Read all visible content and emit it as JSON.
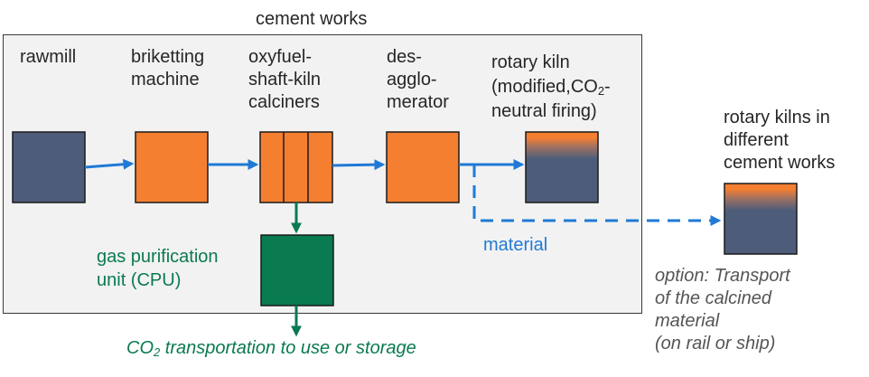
{
  "container": {
    "title": "cement works"
  },
  "stages": [
    {
      "id": "rawmill",
      "lines": [
        "rawmill"
      ]
    },
    {
      "id": "briketting",
      "lines": [
        "briketting",
        "machine"
      ]
    },
    {
      "id": "calciners",
      "lines": [
        "oxyfuel-",
        "shaft-kiln",
        "calciners"
      ]
    },
    {
      "id": "desagglomerator",
      "lines": [
        "des-",
        "agglo-",
        "merator"
      ]
    },
    {
      "id": "rotary-kiln",
      "line1": "rotary kiln",
      "line2_pre": "(modified,CO",
      "line2_sub": "2",
      "line2_post": "-",
      "line3": "neutral firing)"
    }
  ],
  "remote_kilns": {
    "lines": [
      "rotary kilns in",
      "different",
      "cement works"
    ]
  },
  "cpu": {
    "lines": [
      "gas purification",
      "unit (CPU)"
    ]
  },
  "material_label": "material",
  "co2_output": {
    "pre": "CO",
    "sub": "2",
    "post": " transportation to use or storage"
  },
  "option_note": {
    "lines": [
      "option: Transport",
      "of the calcined",
      "material",
      "(on rail or ship)"
    ]
  },
  "colors": {
    "raw_box": "#4d5d79",
    "process_box": "#f57f31",
    "cpu_box": "#0a7a50",
    "flow_arrow": "#1f7ad6",
    "gas_arrow": "#0a7a50",
    "kiln_top": "#f57f31",
    "kiln_body": "#4d5d79"
  }
}
